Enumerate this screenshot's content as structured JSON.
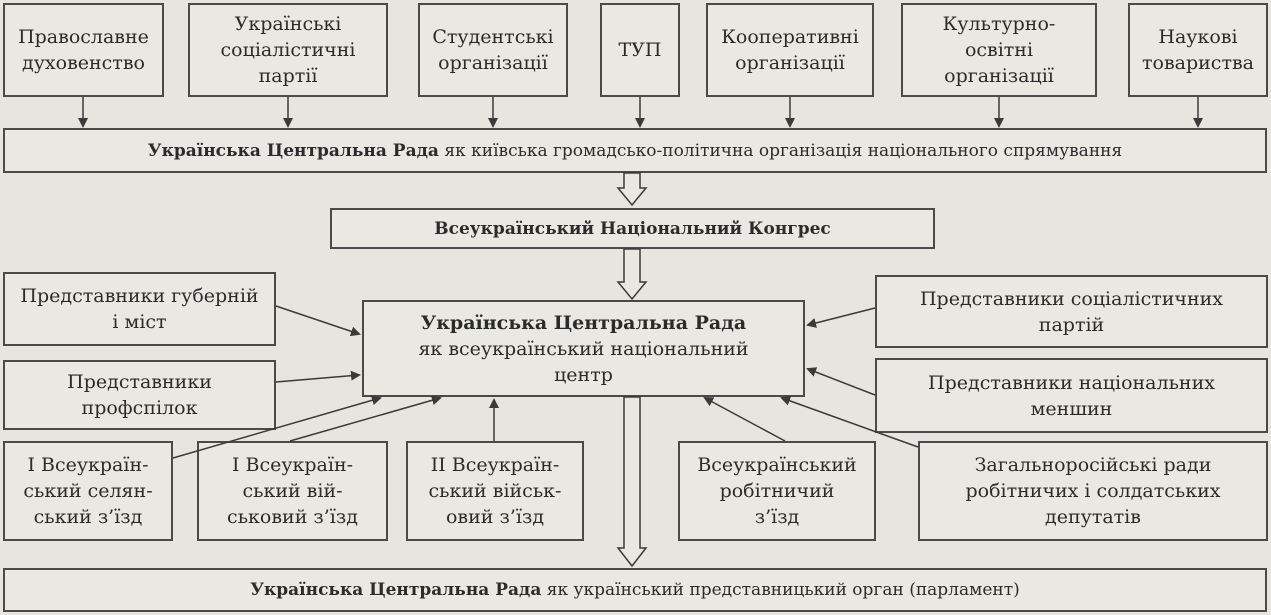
{
  "top_sources": [
    "Православне\nдуховенство",
    "Українські\nсоціалістичні\nпартії",
    "Студентські\nорганізації",
    "ТУП",
    "Кооперативні\nорганізації",
    "Культурно-\nосвітні\nорганізації",
    "Наукові\nтовариства"
  ],
  "rada_kyiv": {
    "bold": "Українська Центральна Рада",
    "rest": " як київська громадсько-політична організація національного спрямування"
  },
  "congress": "Всеукраїнський Національний Конгрес",
  "rada_center": {
    "bold": "Українська Центральна Рада",
    "rest": "як всеукраїнський національний\nцентр"
  },
  "left_inputs": [
    "Представники губерній\nі міст",
    "Представники\nпрофспілок"
  ],
  "right_inputs": [
    "Представники соціалістичних\nпартій",
    "Представники національних\nменшин"
  ],
  "bottom_inputs": [
    "I Всеукраїн-\nський селян-\nський з’їзд",
    "I Всеукраїн-\nський вій-\nськовий з’їзд",
    "II Всеукраїн-\nський військ-\nовий з’їзд",
    "Всеукраїнський\nробітничий\nз’їзд",
    "Загальноросійські ради\nробітничих і солдатських\nдепутатів"
  ],
  "rada_parliament": {
    "bold": "Українська Центральна Рада",
    "rest": " як український представницький орган (парламент)"
  }
}
